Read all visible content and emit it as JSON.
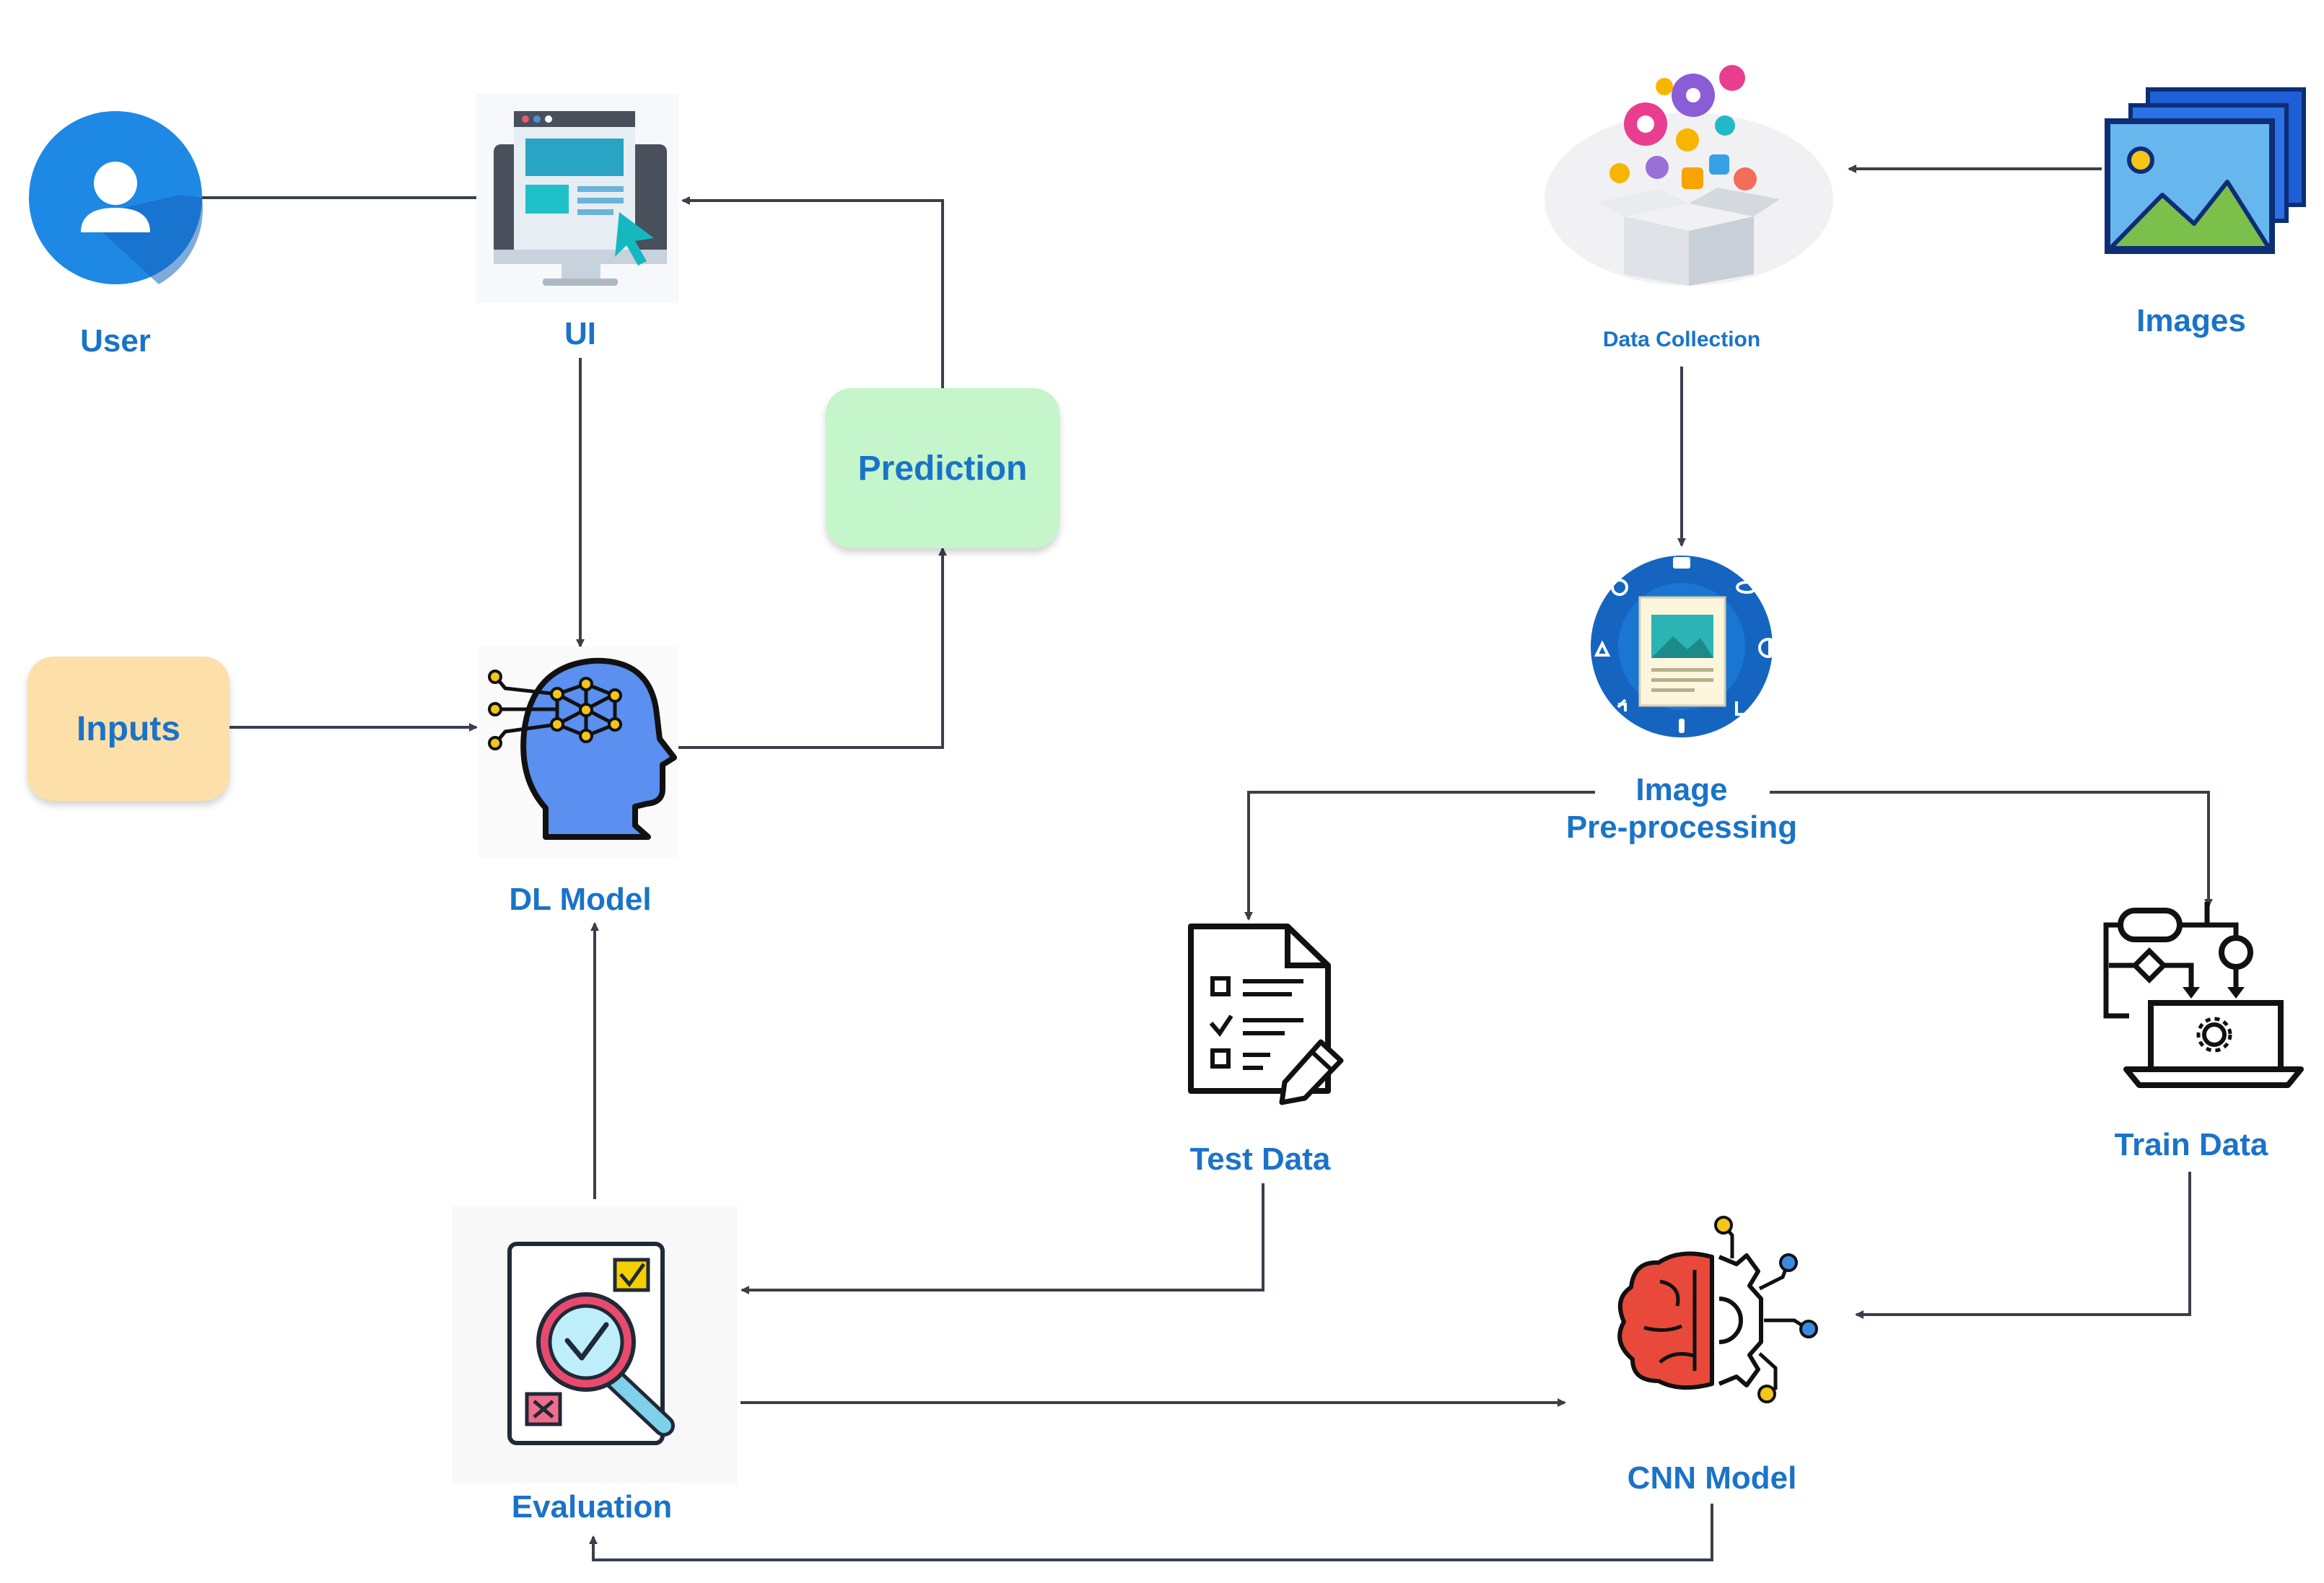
{
  "nodes": {
    "user": {
      "label": "User",
      "icon": "user-icon"
    },
    "ui": {
      "label": "UI",
      "icon": "monitor-ui-icon"
    },
    "prediction": {
      "label": "Prediction"
    },
    "inputs": {
      "label": "Inputs"
    },
    "dl_model": {
      "label": "DL Model",
      "icon": "ai-head-icon"
    },
    "evaluation": {
      "label": "Evaluation",
      "icon": "evaluation-magnifier-icon"
    },
    "data_collection": {
      "label": "Data Collection",
      "icon": "data-box-icon"
    },
    "images": {
      "label": "Images",
      "icon": "image-stack-icon"
    },
    "image_preprocessing": {
      "label_line1": "Image",
      "label_line2": "Pre-processing",
      "icon": "image-processing-icon"
    },
    "test_data": {
      "label": "Test Data",
      "icon": "checklist-document-icon"
    },
    "train_data": {
      "label": "Train Data",
      "icon": "flowchart-laptop-icon"
    },
    "cnn_model": {
      "label": "CNN Model",
      "icon": "brain-circuit-icon"
    }
  },
  "edges": [
    {
      "from": "User",
      "to": "UI"
    },
    {
      "from": "UI",
      "to": "DL Model"
    },
    {
      "from": "Inputs",
      "to": "DL Model"
    },
    {
      "from": "DL Model",
      "to": "Prediction"
    },
    {
      "from": "Prediction",
      "to": "UI"
    },
    {
      "from": "Images",
      "to": "Data Collection"
    },
    {
      "from": "Data Collection",
      "to": "Image Pre-processing"
    },
    {
      "from": "Image Pre-processing",
      "to": "Test Data"
    },
    {
      "from": "Image Pre-processing",
      "to": "Train Data"
    },
    {
      "from": "Test Data",
      "to": "Evaluation"
    },
    {
      "from": "Train Data",
      "to": "CNN Model"
    },
    {
      "from": "Evaluation",
      "to": "CNN Model"
    },
    {
      "from": "CNN Model",
      "to": "Evaluation"
    },
    {
      "from": "Evaluation",
      "to": "DL Model"
    }
  ],
  "colors": {
    "label_blue": "#1a73c8",
    "prediction_fill": "#c5f5cb",
    "inputs_fill": "#fde0a9",
    "connector": "#3a3f4a"
  }
}
